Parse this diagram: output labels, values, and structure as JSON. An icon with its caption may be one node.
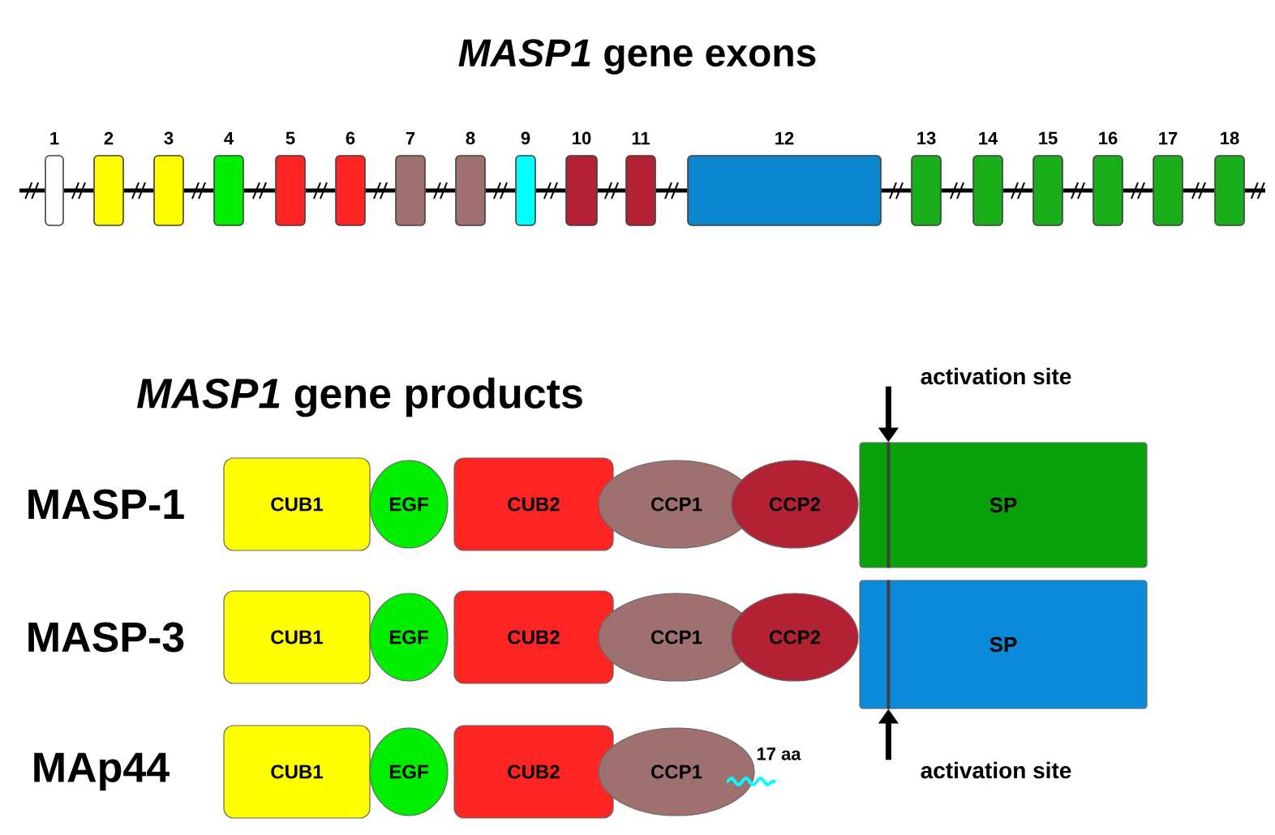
{
  "diagram": {
    "title": "*MASP1* gene exons",
    "nodes": [
      {
        "text": [
          "1"
        ]
      },
      {
        "text": [
          "2"
        ]
      },
      {
        "text": [
          "3"
        ]
      },
      {
        "text": [
          "4"
        ]
      },
      {
        "text": [
          "5"
        ]
      },
      {
        "text": [
          "6"
        ]
      },
      {
        "text": [
          "7"
        ]
      },
      {
        "text": [
          "8"
        ]
      },
      {
        "text": [
          "9"
        ]
      },
      {
        "text": [
          "10"
        ]
      },
      {
        "text": [
          "11"
        ]
      },
      {
        "text": [
          "12"
        ]
      },
      {
        "text": [
          "13"
        ]
      },
      {
        "text": [
          "14"
        ]
      },
      {
        "text": [
          "15"
        ]
      },
      {
        "text": [
          "16"
        ]
      },
      {
        "text": [
          "17"
        ]
      },
      {
        "text": [
          "18"
        ]
      },
      {
        "text": [
          "activation site"
        ]
      },
      {
        "text": [
          "CUB1"
        ]
      },
      {
        "text": [
          "EGF"
        ]
      },
      {
        "text": [
          "CUB2"
        ]
      },
      {
        "text": [
          "CCP1"
        ]
      },
      {
        "text": [
          "CCP2"
        ]
      },
      {
        "text": [
          "SP"
        ]
      },
      {
        "text": [
          "CUB1"
        ]
      },
      {
        "text": [
          "EGF"
        ]
      },
      {
        "text": [
          "CUB2"
        ]
      },
      {
        "text": [
          "CCP1"
        ]
      },
      {
        "text": [
          "CCP2"
        ]
      },
      {
        "text": [
          "SP"
        ]
      },
      {
        "text": [
          "activation site"
        ]
      },
      {
        "text": [
          "CUB1"
        ]
      },
      {
        "text": [
          "EGF"
        ]
      },
      {
        "text": [
          "CUB2"
        ]
      },
      {
        "text": [
          "CCP1"
        ],
        "beside": [
          "17 aa"
        ]
      }
    ],
    "edges": [
      {
        "from": null,
        "to": 0,
        "arrow": "none"
      },
      {
        "from": 0,
        "to": 1,
        "arrow": "none"
      },
      {
        "from": 1,
        "to": 2,
        "arrow": "none"
      },
      {
        "from": 2,
        "to": 3,
        "arrow": "none"
      },
      {
        "from": 3,
        "to": 4,
        "arrow": "none"
      },
      {
        "from": 4,
        "to": 5,
        "arrow": "none"
      },
      {
        "from": 5,
        "to": 6,
        "arrow": "none"
      },
      {
        "from": 6,
        "to": 7,
        "arrow": "none"
      },
      {
        "from": 7,
        "to": 8,
        "arrow": "none"
      },
      {
        "from": 8,
        "to": 9,
        "arrow": "none"
      },
      {
        "from": 9,
        "to": 10,
        "arrow": "none"
      },
      {
        "from": 10,
        "to": 11,
        "arrow": "none"
      },
      {
        "from": 11,
        "to": 12,
        "arrow": "none"
      },
      {
        "from": 12,
        "to": 13,
        "arrow": "none"
      },
      {
        "from": 13,
        "to": 14,
        "arrow": "none"
      },
      {
        "from": 14,
        "to": 15,
        "arrow": "none"
      },
      {
        "from": 15,
        "to": 16,
        "arrow": "none"
      },
      {
        "from": 16,
        "to": 17,
        "arrow": "none"
      },
      {
        "from": 17,
        "to": null,
        "arrow": "none"
      },
      {
        "from": 18,
        "to": 24,
        "arrow": "to",
        "style": "thick"
      },
      {
        "from": 31,
        "to": 30,
        "arrow": "to",
        "style": "thick"
      }
    ],
    "labels": [
      "*MASP1* gene products",
      "MASP-1",
      "MASP-3",
      "MAp44"
    ]
  }
}
